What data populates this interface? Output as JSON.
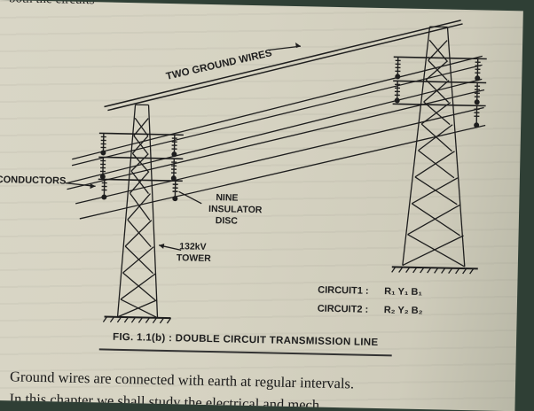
{
  "top_fragment": "both the circuits",
  "labels": {
    "ground_wires": "TWO GROUND WIRES",
    "conductors": "CONDUCTORS",
    "insulator_line1": "NINE",
    "insulator_line2": "INSULATOR",
    "insulator_line3": "DISC",
    "tower_line1": "132kV",
    "tower_line2": "TOWER",
    "circuit1_label": "CIRCUIT1 :",
    "circuit1_phases": "R₁ Y₁ B₁",
    "circuit2_label": "CIRCUIT2 :",
    "circuit2_phases": "R₂ Y₂ B₂"
  },
  "caption": "FIG. 1.1(b) : DOUBLE CIRCUIT TRANSMISSION LINE",
  "body": {
    "line1": "Ground wires are connected with earth at regular intervals.",
    "line2": "In this chapter we shall study the electrical and mech"
  }
}
